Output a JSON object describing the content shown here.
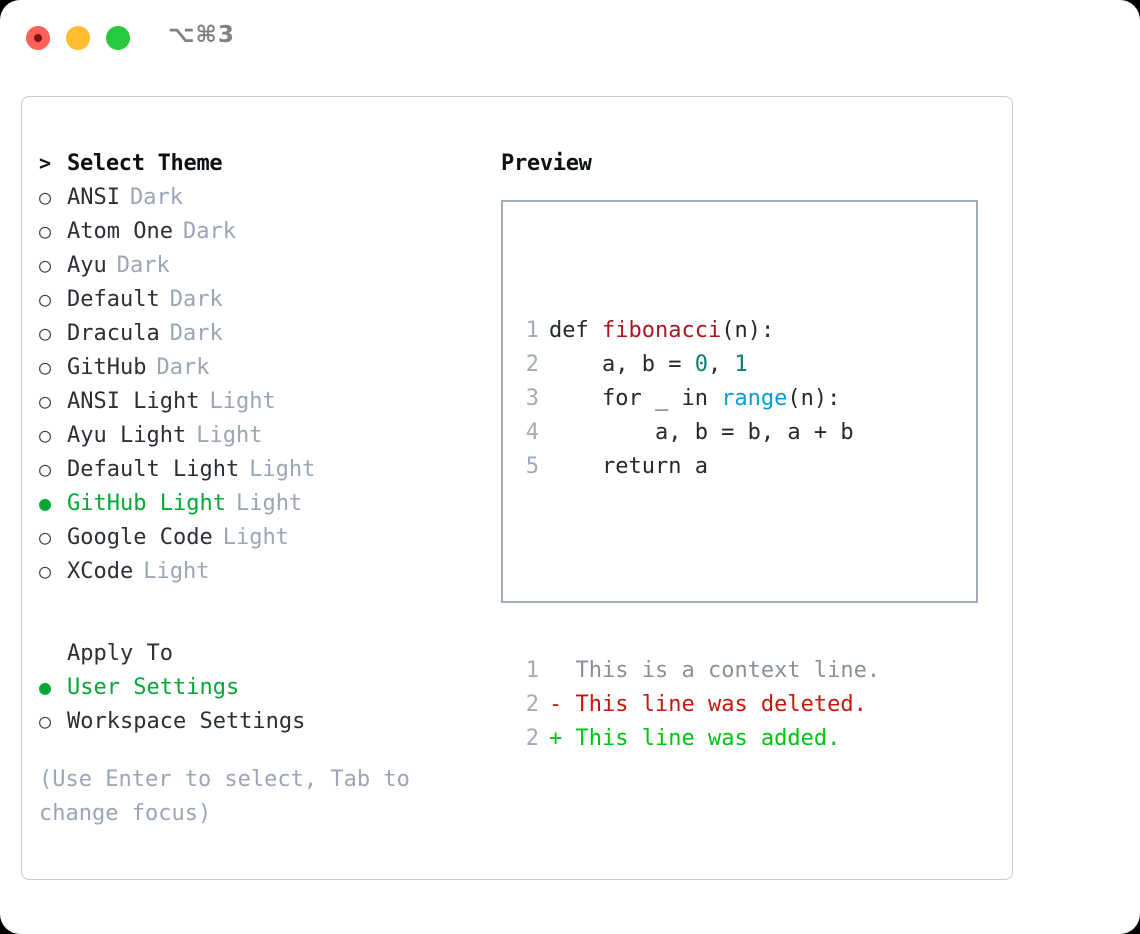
{
  "titlebar": {
    "shortcut": "⌥⌘3",
    "buttons": [
      "close",
      "minimize",
      "maximize"
    ]
  },
  "theme_picker": {
    "header_marker": ">",
    "header": "Select Theme",
    "marker_unselected": "○",
    "marker_selected": "●",
    "items": [
      {
        "name": "ANSI",
        "badge": "Dark",
        "selected": false
      },
      {
        "name": "Atom One",
        "badge": "Dark",
        "selected": false
      },
      {
        "name": "Ayu",
        "badge": "Dark",
        "selected": false
      },
      {
        "name": "Default",
        "badge": "Dark",
        "selected": false
      },
      {
        "name": "Dracula",
        "badge": "Dark",
        "selected": false
      },
      {
        "name": "GitHub",
        "badge": "Dark",
        "selected": false
      },
      {
        "name": "ANSI Light",
        "badge": "Light",
        "selected": false
      },
      {
        "name": "Ayu Light",
        "badge": "Light",
        "selected": false
      },
      {
        "name": "Default Light",
        "badge": "Light",
        "selected": false
      },
      {
        "name": "GitHub Light",
        "badge": "Light",
        "selected": true
      },
      {
        "name": "Google Code",
        "badge": "Light",
        "selected": false
      },
      {
        "name": "XCode",
        "badge": "Light",
        "selected": false
      }
    ]
  },
  "apply_to": {
    "label": "Apply To",
    "options": [
      {
        "name": "User Settings",
        "selected": true
      },
      {
        "name": "Workspace Settings",
        "selected": false
      }
    ]
  },
  "hint": "(Use Enter to select, Tab to change focus)",
  "preview": {
    "title": "Preview",
    "code_lines": [
      {
        "num": "1",
        "tokens": [
          {
            "t": "def ",
            "c": "plain"
          },
          {
            "t": "fibonacci",
            "c": "fn"
          },
          {
            "t": "(n):",
            "c": "plain"
          }
        ]
      },
      {
        "num": "2",
        "tokens": [
          {
            "t": "    a, b = ",
            "c": "plain"
          },
          {
            "t": "0",
            "c": "num"
          },
          {
            "t": ", ",
            "c": "plain"
          },
          {
            "t": "1",
            "c": "num"
          }
        ]
      },
      {
        "num": "3",
        "tokens": [
          {
            "t": "    for _ in ",
            "c": "plain"
          },
          {
            "t": "range",
            "c": "call"
          },
          {
            "t": "(n):",
            "c": "plain"
          }
        ]
      },
      {
        "num": "4",
        "tokens": [
          {
            "t": "        a, b = b, a + b",
            "c": "plain"
          }
        ]
      },
      {
        "num": "5",
        "tokens": [
          {
            "t": "    return a",
            "c": "plain"
          }
        ]
      }
    ],
    "diff_lines": [
      {
        "num": "1",
        "sign": "  ",
        "text": "This is a context line.",
        "kind": "ctx"
      },
      {
        "num": "2",
        "sign": "- ",
        "text": "This line was deleted.",
        "kind": "del"
      },
      {
        "num": "2",
        "sign": "+ ",
        "text": "This line was added.",
        "kind": "add"
      }
    ]
  },
  "colors": {
    "accent_green": "#05a835",
    "badge_grey": "#9aa5b5",
    "border": "#a0acbb",
    "fn_red": "#a6191c",
    "num_teal": "#0a7f72",
    "call_blue": "#0b9bd4",
    "diff_del": "#c3190d",
    "diff_add": "#00c40f"
  }
}
